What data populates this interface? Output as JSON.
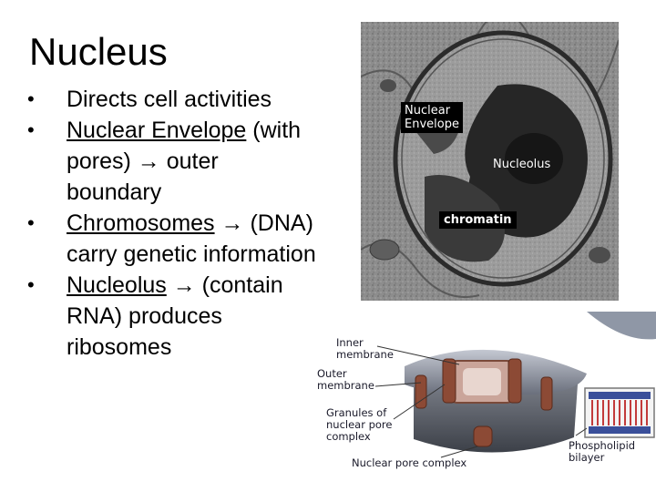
{
  "slide": {
    "title": "Nucleus",
    "bullets": [
      {
        "parts": [
          {
            "text": "Directs cell activities",
            "underline": false
          }
        ]
      },
      {
        "parts": [
          {
            "text": "Nuclear Envelope",
            "underline": true
          },
          {
            "text": " (with pores)  → outer boundary",
            "underline": false
          }
        ]
      },
      {
        "parts": [
          {
            "text": "Chromosomes",
            "underline": true
          },
          {
            "text": " → (DNA) carry genetic information",
            "underline": false
          }
        ]
      },
      {
        "parts": [
          {
            "text": "Nucleolus",
            "underline": true
          },
          {
            "text": " → (contain RNA) produces ribosomes",
            "underline": false
          }
        ]
      }
    ]
  },
  "micrograph": {
    "labels": {
      "nuclear_envelope_line1": "Nuclear",
      "nuclear_envelope_line2": "Envelope",
      "nucleolus": "Nucleolus",
      "chromatin": "chromatin"
    }
  },
  "pore_diagram": {
    "labels": {
      "inner_membrane_line1": "Inner",
      "inner_membrane_line2": "membrane",
      "outer_membrane_line1": "Outer",
      "outer_membrane_line2": "membrane",
      "granules_line1": "Granules of",
      "granules_line2": "nuclear pore",
      "granules_line3": "complex",
      "phospholipid_line1": "Phospholipid",
      "phospholipid_line2": "bilayer",
      "pore_complex": "Nuclear pore complex"
    }
  }
}
